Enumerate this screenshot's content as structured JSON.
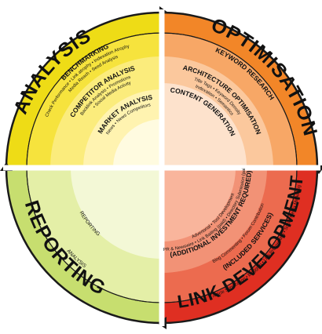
{
  "colors": {
    "analysis": [
      "#fff3b0",
      "#fbec7c",
      "#f6e33d",
      "#eedc16"
    ],
    "optimisation": [
      "#fde2cc",
      "#fbc89d",
      "#f7a766",
      "#f28628"
    ],
    "reporting": [
      "#f3f8d6",
      "#e4efa7",
      "#c7de6f"
    ],
    "link": [
      "#f9b59c",
      "#f29276",
      "#ec6b4f",
      "#df2f22"
    ],
    "outline": "#1a1a1a",
    "background": "#ffffff"
  },
  "quadrants": {
    "analysis": {
      "title": "ANALYSIS",
      "rings": [
        {
          "title": "BENCHMARKING",
          "items": "Check Performance • Link atrophy • Indexation Atrophy",
          "items2": "Media Reach • Seed Analysis"
        },
        {
          "title": "COMPETITOR ANALYSIS",
          "items": "Backlink Analysis • Promotions",
          "items2": "• Social Media Activity"
        },
        {
          "title": "MARKET ANALYSIS",
          "items": "News • News Competitors"
        }
      ]
    },
    "optimisation": {
      "title": "OPTIMISATION",
      "rings": [
        {
          "title": "KEYWORD RESEARCH"
        },
        {
          "title": "ARCHITECTURE OPTIMISATION",
          "items": "Title Tags • Keyword Density",
          "items2": "Indexation • Semantics"
        },
        {
          "title": "CONTENT GENERATION"
        }
      ]
    },
    "reporting": {
      "title": "REPORTING",
      "rings": [
        {
          "title": "REPORTING"
        },
        {
          "title": "ANALYSIS"
        }
      ]
    },
    "link_development": {
      "title": "LINK DEVELOPMENT",
      "rings": [
        {
          "title": "(INCLUDED SERVICES)",
          "items": "Article Syndication • Blogging • Link Prospecting • Social Media Marketing",
          "items2": "Blog Commenting • Forum Contribution"
        },
        {
          "title": "(ADDITIONAL INVESTMENT REQUIRED)",
          "items": "PR & Newswire • Link Baiting (paid) • Directory Submission (paid)",
          "items2": "Advertorial • Tool Development"
        }
      ]
    }
  }
}
